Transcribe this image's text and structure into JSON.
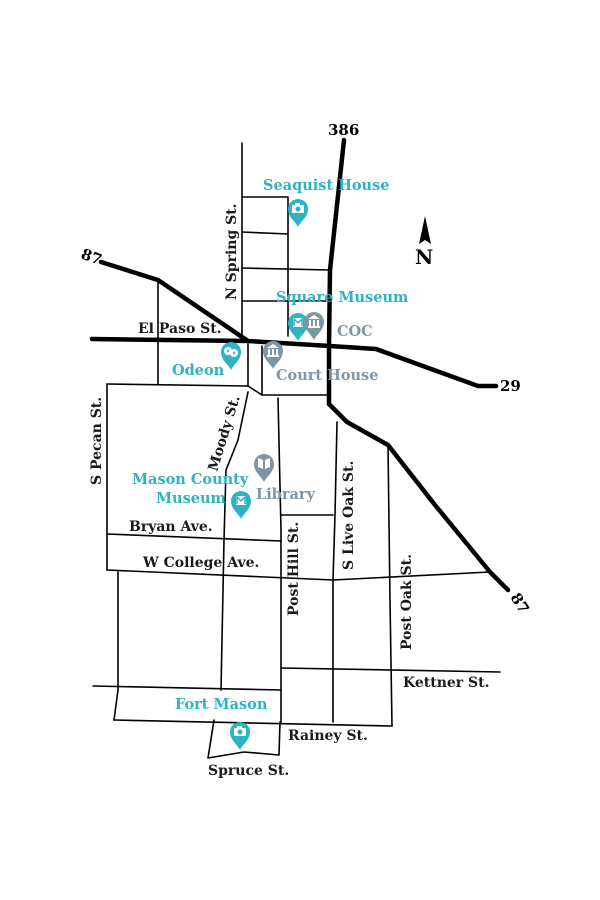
{
  "colors": {
    "teal": "#2fb3c3",
    "gray": "#7d96a6",
    "road": "#000000"
  },
  "compass": {
    "label": "N"
  },
  "highways": {
    "h386": "386",
    "h87_west": "87",
    "h29": "29",
    "h87_south": "87"
  },
  "streets": {
    "n_spring": "N Spring St.",
    "el_paso": "El Paso St.",
    "s_pecan": "S Pecan St.",
    "moody": "Moody St.",
    "bryan": "Bryan Ave.",
    "w_college": "W College Ave.",
    "post_hill": "Post Hill St.",
    "s_live_oak": "S Live Oak St.",
    "post_oak": "Post Oak St.",
    "kettner": "Kettner St.",
    "rainey": "Rainey St.",
    "spruce": "Spruce St."
  },
  "places": {
    "seaquist": {
      "label": "Seaquist House",
      "icon": "camera-icon"
    },
    "square_museum": {
      "label": "Square Museum",
      "icon": "museum-icon"
    },
    "coc": {
      "label": "COC",
      "icon": "building-icon"
    },
    "odeon": {
      "label": "Odeon",
      "icon": "theater-icon"
    },
    "court_house": {
      "label": "Court House",
      "icon": "building-icon"
    },
    "mason_county_museum": {
      "line1": "Mason County",
      "line2": "Museum",
      "icon": "museum-icon"
    },
    "library": {
      "label": "Library",
      "icon": "book-icon"
    },
    "fort_mason": {
      "label": "Fort Mason",
      "icon": "camera-icon"
    }
  }
}
